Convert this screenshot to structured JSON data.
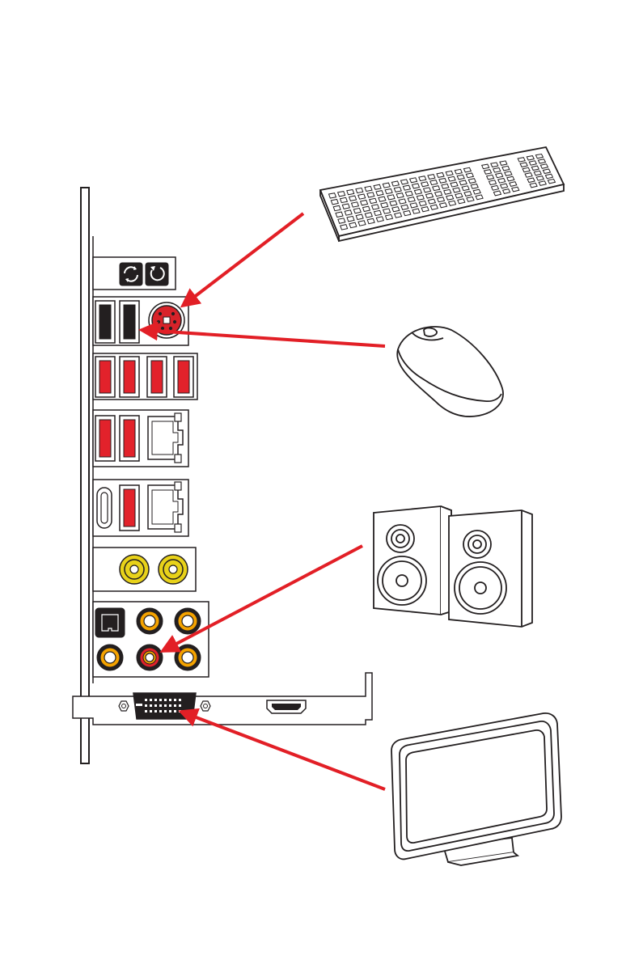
{
  "diagram": {
    "colors": {
      "usb_red": "#e2222b",
      "arrow_red": "#e21f26",
      "ps2_red": "#d8232a",
      "audio_orange": "#f5a300",
      "wifi_gold": "#e8d21a",
      "line": "#231f20",
      "background": "#ffffff"
    },
    "io_panel": {
      "groups": [
        {
          "id": "bios-buttons",
          "items": [
            "bios-flashback-icon",
            "clear-cmos-icon"
          ]
        },
        {
          "id": "usb-ps2",
          "items": [
            "usb-a-black",
            "usb-a-black",
            "ps2-combo-port"
          ]
        },
        {
          "id": "usb-row",
          "items": [
            "usb-a-red",
            "usb-a-red",
            "usb-a-red",
            "usb-a-red"
          ]
        },
        {
          "id": "usb-lan-1",
          "items": [
            "usb-a-red",
            "usb-a-red",
            "rj45-port"
          ]
        },
        {
          "id": "usbc-lan-2",
          "items": [
            "usb-c-port",
            "usb-a-red",
            "rj45-port"
          ]
        },
        {
          "id": "wifi-antenna",
          "items": [
            "antenna-connector",
            "antenna-connector"
          ]
        },
        {
          "id": "audio",
          "items": [
            "optical-spdif",
            "audio-jack",
            "audio-jack",
            "audio-jack",
            "audio-jack-red",
            "audio-jack"
          ]
        }
      ],
      "graphics_card": {
        "ports": [
          "dvi-port",
          "hdmi-port"
        ]
      }
    },
    "devices": [
      "keyboard-icon",
      "mouse-icon",
      "speakers-icon",
      "monitor-icon"
    ],
    "connections": [
      {
        "from": "keyboard-icon",
        "to": "ps2-combo-port"
      },
      {
        "from": "mouse-icon",
        "to": "usb-a-black"
      },
      {
        "from": "speakers-icon",
        "to": "audio-jack-red"
      },
      {
        "from": "monitor-icon",
        "to": "dvi-port"
      }
    ]
  }
}
